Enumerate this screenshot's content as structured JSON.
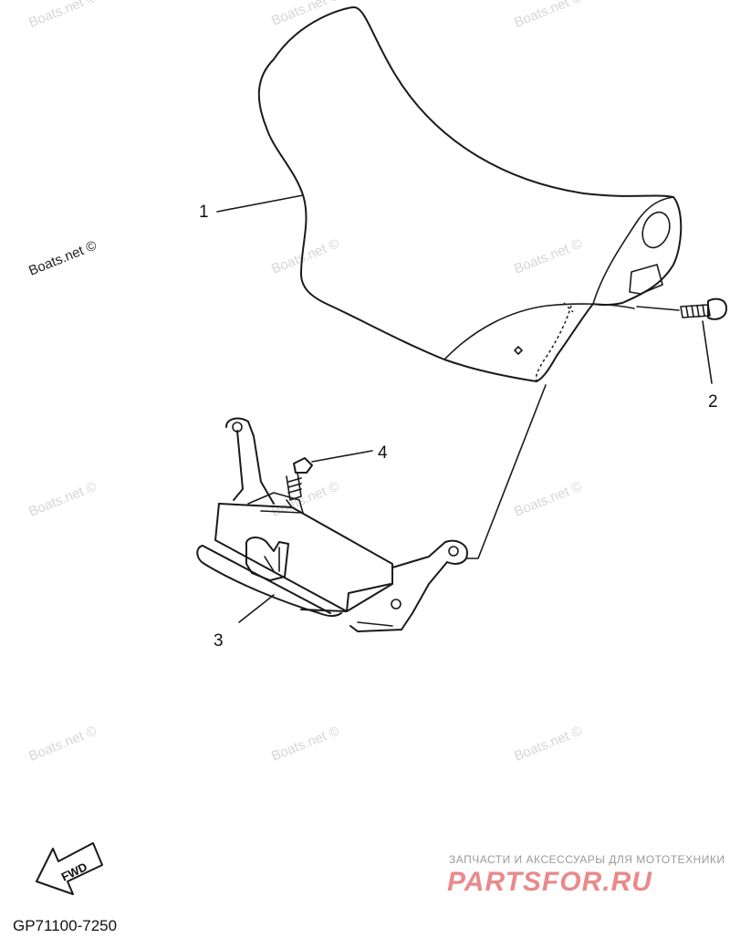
{
  "watermarks": [
    {
      "text": "Boats.net ©"
    },
    {
      "text": "Boats.net ©"
    },
    {
      "text": "Boats.net ©"
    },
    {
      "text": "Boats.net ©"
    },
    {
      "text": "Boats.net ©"
    },
    {
      "text": "Boats.net ©"
    },
    {
      "text": "Boats.net ©"
    },
    {
      "text": "Boats.net ©"
    },
    {
      "text": "Boats.net ©"
    },
    {
      "text": "Boats.net ©"
    },
    {
      "text": "Boats.net ©"
    },
    {
      "text": "Boats.net ©"
    }
  ],
  "callouts": {
    "c1": "1",
    "c2": "2",
    "c3": "3",
    "c4": "4"
  },
  "fwd_label": "FWD",
  "part_number": "GP71100-7250",
  "brand": {
    "tagline": "ЗАПЧАСТИ И АКСЕССУАРЫ ДЛЯ МОТОТЕХНИКИ",
    "name": "PARTSFOR.RU"
  },
  "colors": {
    "line": "#1a1a1a",
    "watermark": "#d6d6d6",
    "brand": "#e98a8a"
  }
}
